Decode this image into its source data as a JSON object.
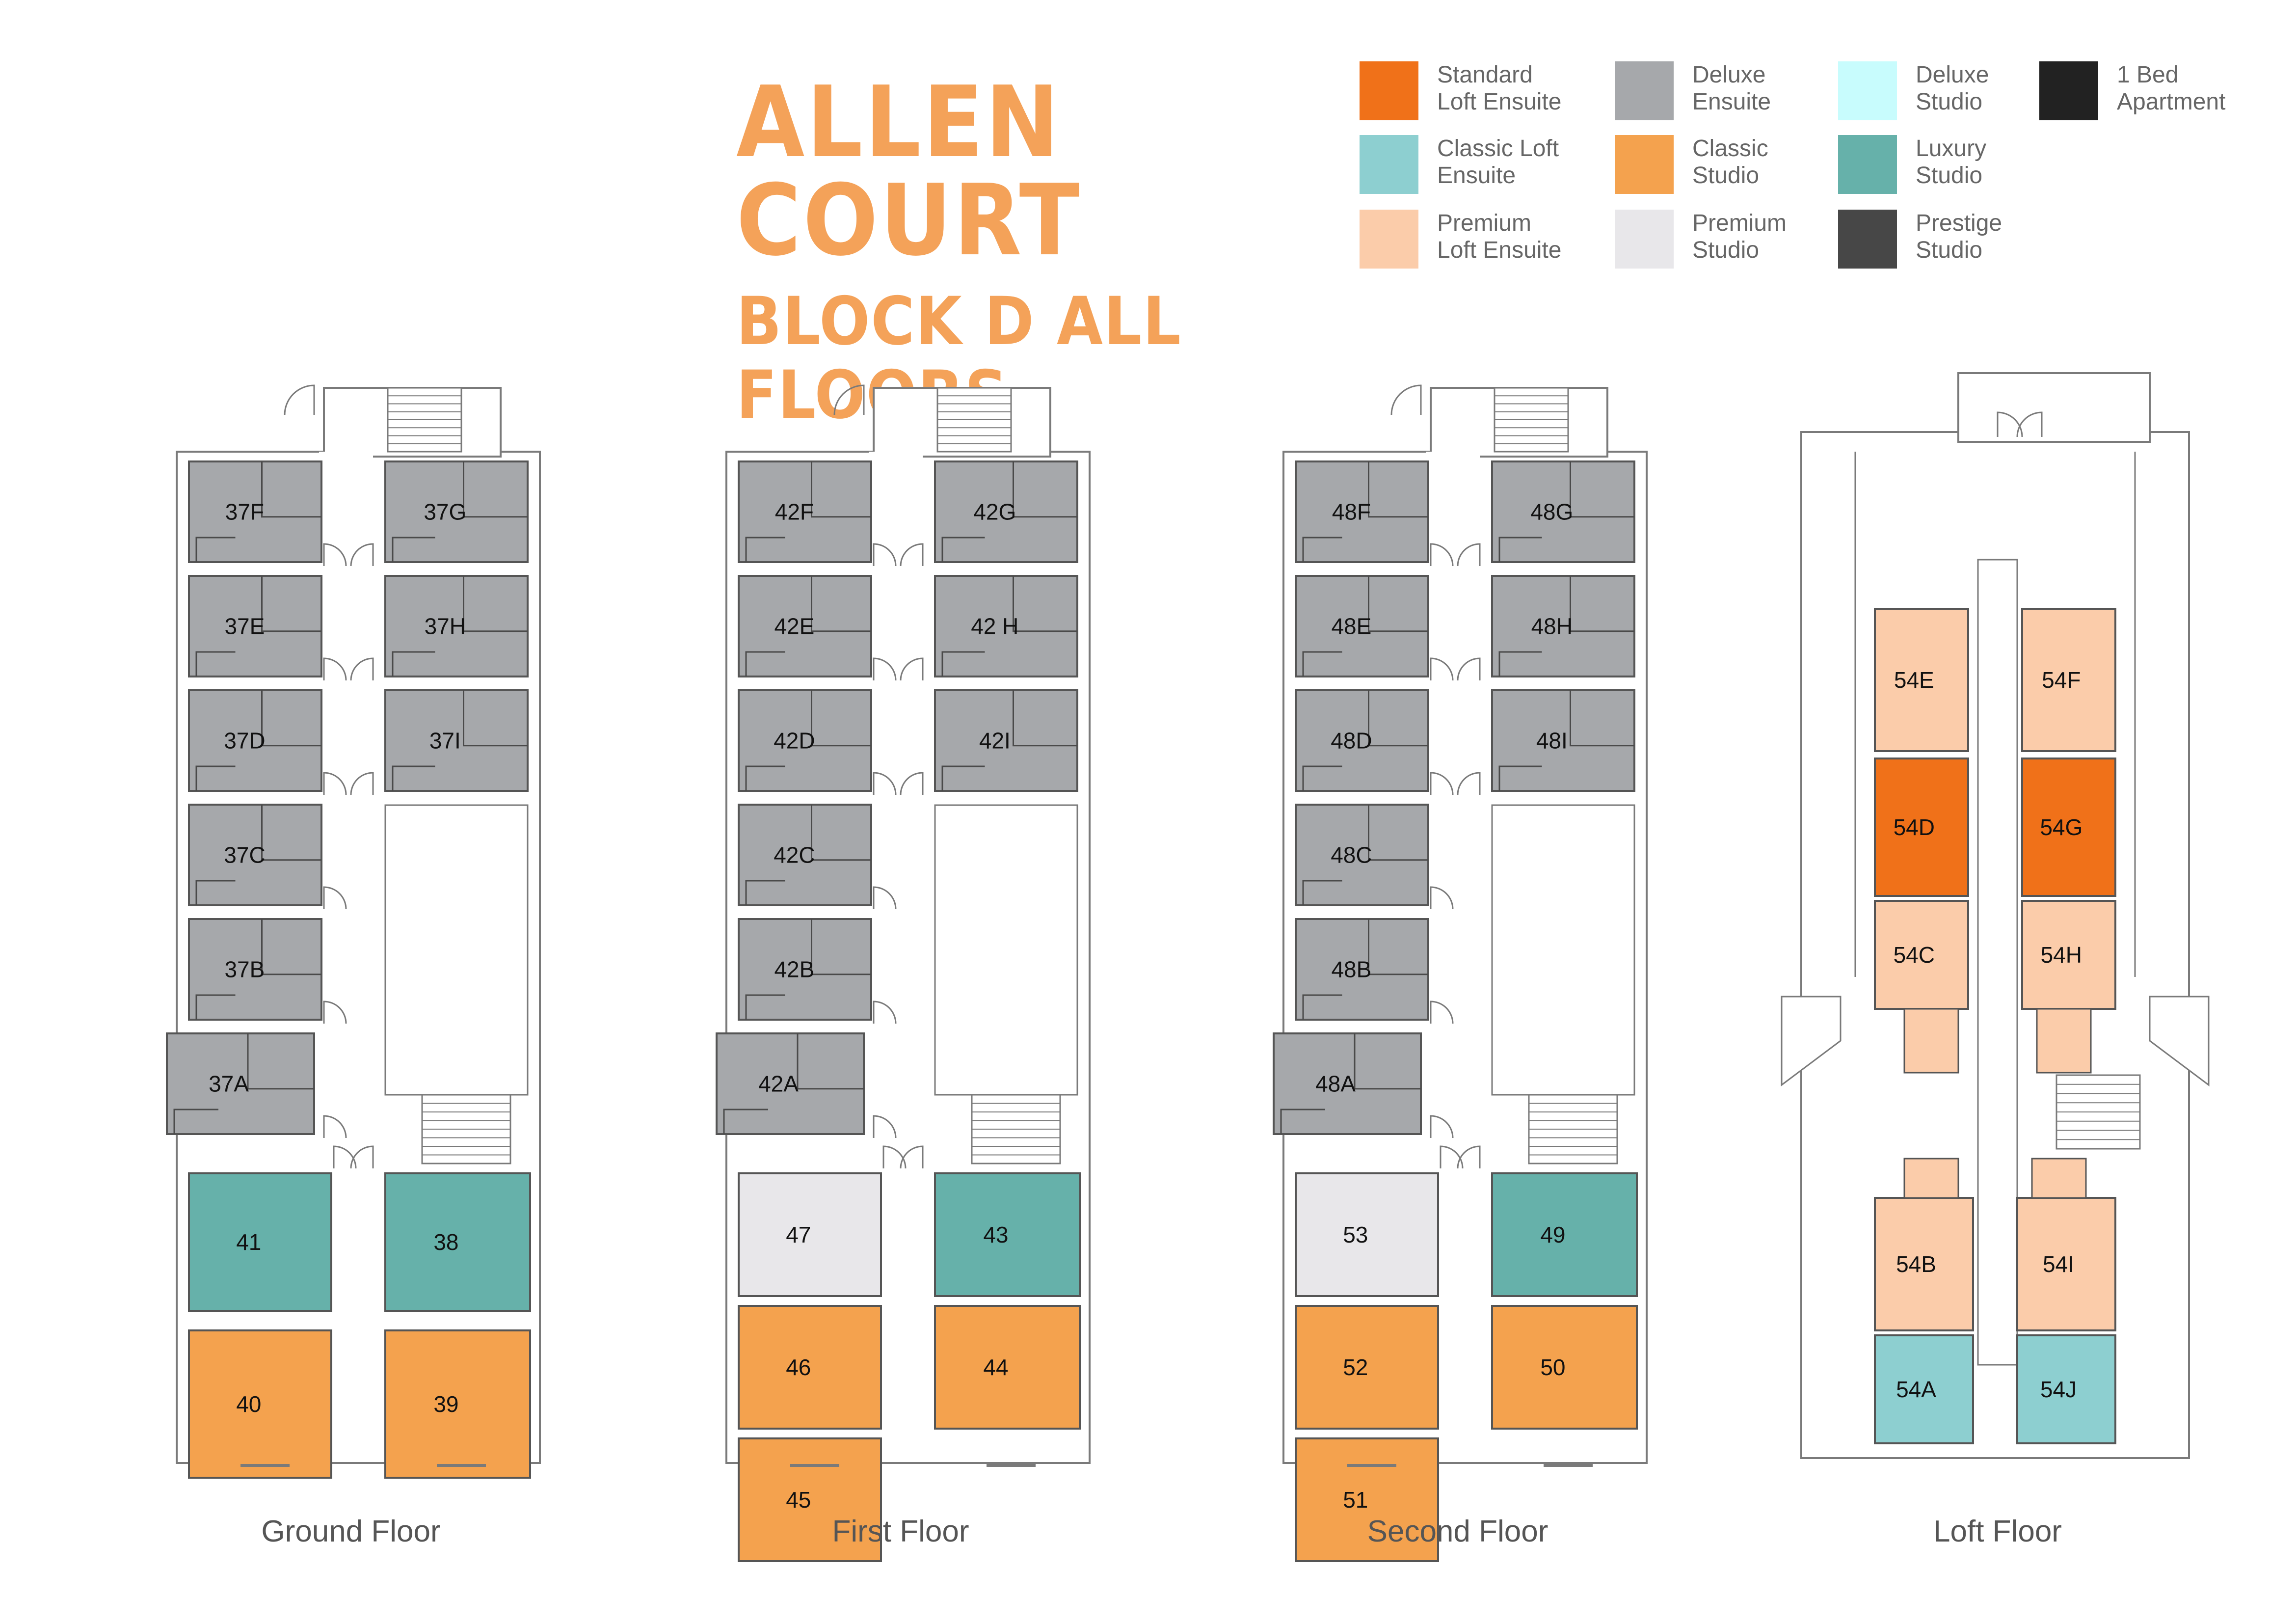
{
  "title": {
    "main": "ALLEN COURT",
    "sub": "BLOCK D ALL FLOORS"
  },
  "legend": [
    {
      "key": "standard-loft-ensuite",
      "label": "Standard\nLoft Ensuite",
      "color": "#f07119"
    },
    {
      "key": "deluxe-ensuite",
      "label": "Deluxe\nEnsuite",
      "color": "#a6a8ab"
    },
    {
      "key": "deluxe-studio",
      "label": "Deluxe\nStudio",
      "color": "#c8fcfd"
    },
    {
      "key": "one-bed-apartment",
      "label": "1 Bed\nApartment",
      "color": "#222222"
    },
    {
      "key": "classic-loft-ensuite",
      "label": "Classic Loft\nEnsuite",
      "color": "#8dcfd0"
    },
    {
      "key": "classic-studio",
      "label": "Classic\nStudio",
      "color": "#f4a24e"
    },
    {
      "key": "luxury-studio",
      "label": "Luxury\nStudio",
      "color": "#66b1aa"
    },
    {
      "key": "premium-loft-ensuite",
      "label": "Premium\nLoft Ensuite",
      "color": "#fbccaa"
    },
    {
      "key": "premium-studio",
      "label": "Premium\nStudio",
      "color": "#e8e7ea"
    },
    {
      "key": "prestige-studio",
      "label": "Prestige\nStudio",
      "color": "#474747"
    }
  ],
  "floors": [
    {
      "name": "Ground Floor",
      "rooms": [
        {
          "id": "37F",
          "type": "deluxe-ensuite"
        },
        {
          "id": "37G",
          "type": "deluxe-ensuite"
        },
        {
          "id": "37E",
          "type": "deluxe-ensuite"
        },
        {
          "id": "37H",
          "type": "deluxe-ensuite"
        },
        {
          "id": "37D",
          "type": "deluxe-ensuite"
        },
        {
          "id": "37I",
          "type": "deluxe-ensuite"
        },
        {
          "id": "37C",
          "type": "deluxe-ensuite"
        },
        {
          "id": "37B",
          "type": "deluxe-ensuite"
        },
        {
          "id": "37A",
          "type": "deluxe-ensuite"
        },
        {
          "id": "41",
          "type": "luxury-studio"
        },
        {
          "id": "38",
          "type": "luxury-studio"
        },
        {
          "id": "40",
          "type": "classic-studio"
        },
        {
          "id": "39",
          "type": "classic-studio"
        }
      ]
    },
    {
      "name": "First Floor",
      "rooms": [
        {
          "id": "42F",
          "type": "deluxe-ensuite"
        },
        {
          "id": "42G",
          "type": "deluxe-ensuite"
        },
        {
          "id": "42E",
          "type": "deluxe-ensuite"
        },
        {
          "id": "42 H",
          "type": "deluxe-ensuite"
        },
        {
          "id": "42D",
          "type": "deluxe-ensuite"
        },
        {
          "id": "42I",
          "type": "deluxe-ensuite"
        },
        {
          "id": "42C",
          "type": "deluxe-ensuite"
        },
        {
          "id": "42B",
          "type": "deluxe-ensuite"
        },
        {
          "id": "42A",
          "type": "deluxe-ensuite"
        },
        {
          "id": "47",
          "type": "premium-studio"
        },
        {
          "id": "43",
          "type": "luxury-studio"
        },
        {
          "id": "46",
          "type": "classic-studio"
        },
        {
          "id": "45",
          "type": "classic-studio"
        },
        {
          "id": "44",
          "type": "classic-studio"
        }
      ]
    },
    {
      "name": "Second Floor",
      "rooms": [
        {
          "id": "48F",
          "type": "deluxe-ensuite"
        },
        {
          "id": "48G",
          "type": "deluxe-ensuite"
        },
        {
          "id": "48E",
          "type": "deluxe-ensuite"
        },
        {
          "id": "48H",
          "type": "deluxe-ensuite"
        },
        {
          "id": "48D",
          "type": "deluxe-ensuite"
        },
        {
          "id": "48I",
          "type": "deluxe-ensuite"
        },
        {
          "id": "48C",
          "type": "deluxe-ensuite"
        },
        {
          "id": "48B",
          "type": "deluxe-ensuite"
        },
        {
          "id": "48A",
          "type": "deluxe-ensuite"
        },
        {
          "id": "53",
          "type": "premium-studio"
        },
        {
          "id": "49",
          "type": "luxury-studio"
        },
        {
          "id": "52",
          "type": "classic-studio"
        },
        {
          "id": "51",
          "type": "classic-studio"
        },
        {
          "id": "50",
          "type": "classic-studio"
        }
      ]
    },
    {
      "name": "Loft Floor",
      "rooms": [
        {
          "id": "54E",
          "type": "premium-loft-ensuite"
        },
        {
          "id": "54F",
          "type": "premium-loft-ensuite"
        },
        {
          "id": "54D",
          "type": "standard-loft-ensuite"
        },
        {
          "id": "54G",
          "type": "standard-loft-ensuite"
        },
        {
          "id": "54C",
          "type": "premium-loft-ensuite"
        },
        {
          "id": "54H",
          "type": "premium-loft-ensuite"
        },
        {
          "id": "54B",
          "type": "premium-loft-ensuite"
        },
        {
          "id": "54I",
          "type": "premium-loft-ensuite"
        },
        {
          "id": "54A",
          "type": "classic-loft-ensuite"
        },
        {
          "id": "54J",
          "type": "classic-loft-ensuite"
        }
      ]
    }
  ]
}
